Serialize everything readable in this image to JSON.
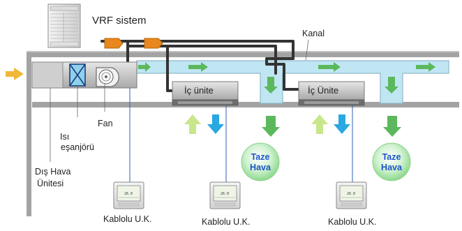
{
  "labels": {
    "vrf_system": "VRF sistem",
    "duct": "Kanal",
    "fan": "Fan",
    "heat_exchanger_line1": "Isı",
    "heat_exchanger_line2": "eşanjörü",
    "outdoor_unit_line1": "Dış Hava",
    "outdoor_unit_line2": "Ünitesi",
    "indoor_unit_1": "İç ünite",
    "indoor_unit_2": "İç Ünite",
    "fresh_air_line1": "Taze",
    "fresh_air_line2": "Hava",
    "wired_remote_1": "Kablolu U.K.",
    "wired_remote_2": "Kablolu U.K.",
    "wired_remote_3": "Kablolu U.K.",
    "controller_display": "26.0"
  },
  "colors": {
    "duct_fill": "#bfe6f2",
    "duct_stroke": "#8fb8c8",
    "building_frame": "#9a9a9a",
    "refrigerant_pipe": "#333333",
    "pipe_fitting": "#e8871e",
    "airflow_arrow": "#5cb85c",
    "intake_arrow": "#f0b838",
    "return_arrow": "#c8e68a",
    "supply_arrow": "#2aa8e0",
    "fresh_air_bubble": "#a8e6a8",
    "fresh_air_text": "#1a55c8"
  },
  "icons": [
    "vrf-outdoor-unit-icon",
    "heat-exchanger-icon",
    "fan-icon",
    "wired-controller-icon"
  ]
}
